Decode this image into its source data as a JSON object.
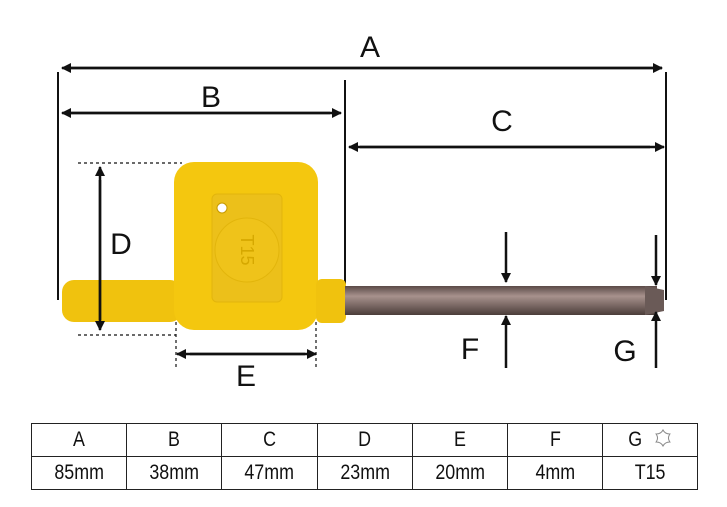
{
  "diagram": {
    "labels": {
      "A": "A",
      "B": "B",
      "C": "C",
      "D": "D",
      "E": "E",
      "F": "F",
      "G": "G"
    },
    "handle_marking": "T15",
    "colors": {
      "handle": "#f2c40c",
      "shaft": "#7b6b67",
      "line": "#111111"
    }
  },
  "table": {
    "headers": [
      "A",
      "B",
      "C",
      "D",
      "E",
      "F",
      "G"
    ],
    "values": [
      "85mm",
      "38mm",
      "47mm",
      "23mm",
      "20mm",
      "4mm",
      "T15"
    ],
    "g_icon": "torx-star-icon"
  }
}
